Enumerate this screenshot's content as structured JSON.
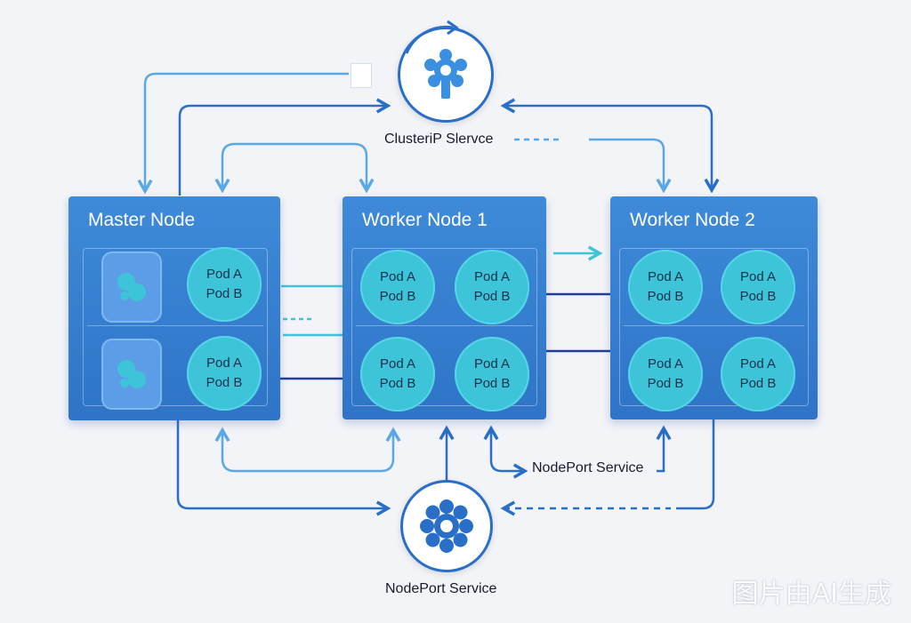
{
  "services": {
    "clusterip": {
      "label": "ClusteriP Slervce"
    },
    "nodeport": {
      "label": "NodePort Service"
    },
    "nodeport_side": {
      "label": "NodePort Service"
    }
  },
  "nodes": [
    {
      "title": "Master Node",
      "pods": [
        {
          "line1": "Pod A",
          "line2": "Pod B"
        },
        {
          "line1": "Pod A",
          "line2": "Pod B"
        }
      ]
    },
    {
      "title": "Worker Node 1",
      "pods": [
        {
          "line1": "Pod A",
          "line2": "Pod B"
        },
        {
          "line1": "Pod A",
          "line2": "Pod B"
        },
        {
          "line1": "Pod A",
          "line2": "Pod B"
        },
        {
          "line1": "Pod A",
          "line2": "Pod B"
        }
      ]
    },
    {
      "title": "Worker Node 2",
      "pods": [
        {
          "line1": "Pod A",
          "line2": "Pod B"
        },
        {
          "line1": "Pod A",
          "line2": "Pod B"
        },
        {
          "line1": "Pod A",
          "line2": "Pod B"
        },
        {
          "line1": "Pod A",
          "line2": "Pod B"
        }
      ]
    }
  ],
  "watermark": "图片由AI生成",
  "colors": {
    "node_fill": "#3a82d3",
    "pod_fill": "#3ec4d8",
    "edge_dark": "#2a6fc7",
    "edge_light": "#5aa9e6",
    "edge_cyan": "#3ec4d8",
    "edge_navy": "#1f3f9a"
  },
  "icons": [
    "gear-icon",
    "container-icon",
    "refresh-arrow-icon"
  ]
}
